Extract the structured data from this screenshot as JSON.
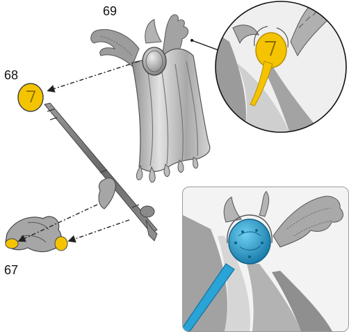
{
  "labels": {
    "part_67": "67",
    "part_68": "68",
    "part_69": "69"
  },
  "colors": {
    "glue": "#f5c400",
    "glue_dark": "#c99a00",
    "part": "#a9a9a9",
    "part_light": "#d9d9d9",
    "part_dark": "#6d6d6d",
    "assembled_blue": "#2aa3d6",
    "assembled_blue_dark": "#1273a0",
    "arrow": "#222222"
  }
}
